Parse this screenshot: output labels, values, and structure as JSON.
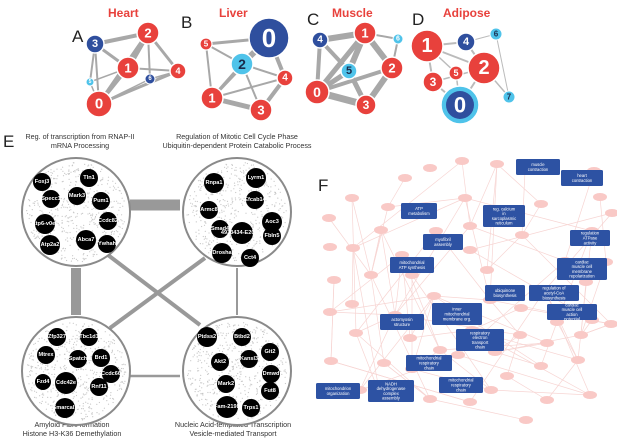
{
  "panels": {
    "A": {
      "letter": "A",
      "title": "Heart",
      "nodes": [
        "3",
        "2",
        "1",
        "4",
        "6",
        "5",
        "0"
      ]
    },
    "B": {
      "letter": "B",
      "title": "Liver",
      "nodes": [
        "5",
        "0",
        "2",
        "4",
        "1",
        "3"
      ]
    },
    "C": {
      "letter": "C",
      "title": "Muscle",
      "nodes": [
        "4",
        "1",
        "6",
        "5",
        "2",
        "0",
        "3"
      ]
    },
    "D": {
      "letter": "D",
      "title": "Adipose",
      "nodes": [
        "1",
        "4",
        "6",
        "5",
        "3",
        "2",
        "7",
        "0"
      ]
    },
    "E": {
      "letter": "E"
    },
    "F": {
      "letter": "F"
    }
  },
  "modules": {
    "top_left": {
      "caption": [
        "Reg. of transcription from RNAP-II",
        "mRNA Processing"
      ],
      "genes": [
        "Foxj3",
        "Tln1",
        "Specc1",
        "Mark3",
        "Pum1",
        "Ccdc82",
        "Atp6-v0e2",
        "Atp2a2",
        "Abca7",
        "Ywhah"
      ]
    },
    "top_right": {
      "caption": [
        "Regulation of Mitotic Cell Cycle Phase",
        "Ubiquitin-dependent Protein Catabolic Process"
      ],
      "genes": [
        "Rnpa1",
        "Lyrm1",
        "Armc8",
        "Efcab14",
        "Aoc3",
        "Smad4",
        "4933434-E20Rik",
        "Fbln5",
        "Drosha",
        "Cct4"
      ]
    },
    "bottom_left": {
      "caption": [
        "Amyloid Fibril formation",
        "Histone H3-K36 Demethylation"
      ],
      "genes": [
        "Zfp327",
        "Tbc1d1",
        "Mtrex",
        "Spatch",
        "Brd1",
        "Fzd4",
        "Cdc42e",
        "Rnf11",
        "Ccdc66",
        "Smarcal1"
      ]
    },
    "bottom_right": {
      "caption": [
        "Nucleic Acid-templated Transcription",
        "Vesicle-mediated Transport"
      ],
      "genes": [
        "Ptdss2",
        "Btbd2",
        "Git2",
        "Akt2",
        "Kansl3",
        "Dmwd",
        "Mark2",
        "Fut8",
        "Fam-219b",
        "Trps1"
      ]
    }
  },
  "network_labels": [
    "muscle contraction",
    "heart contraction",
    "ATP metabolism",
    "reg. calcium in sarcoplasmic reticulum",
    "myofibril assembly",
    "regulation ATPase activity",
    "mitochondrial ATP synthesis",
    "cardiac muscle cell membrane repolarization",
    "ubiquinone biosynthesis",
    "regulation of acetyl-CoA biosynthesis",
    "cardiac muscle cell action potential",
    "inner mitochondrial membrane org.",
    "actomyosin structure",
    "respiratory electron transport chain",
    "mitochondrial respiratory chain",
    "mitochondrion organization",
    "NADH dehydrogenase complex assembly",
    "mitochondrial respiratory chain"
  ],
  "colors": {
    "red": "#e8413c",
    "navy": "#2f4f9e",
    "light_blue": "#4fc3ea",
    "edge": "#9a9a9a",
    "gene_node": "#000000",
    "blue_box": "#2d52a3",
    "pink_node": "#f9c9c6",
    "pink_edge": "#f7d5d3"
  }
}
